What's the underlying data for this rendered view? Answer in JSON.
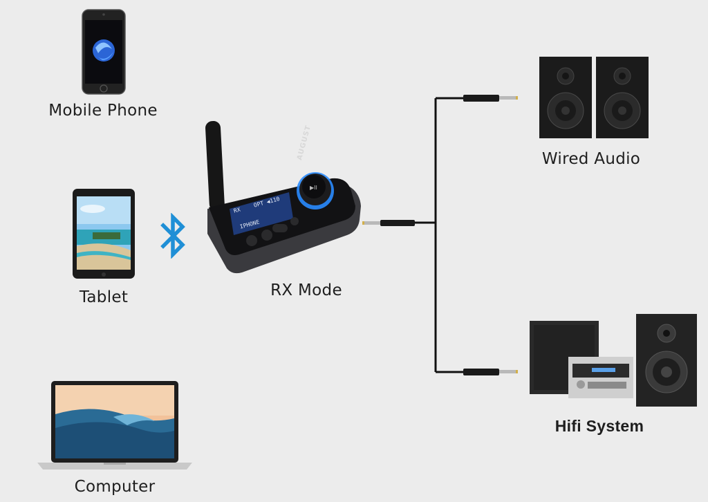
{
  "diagram": {
    "devices_left": [
      {
        "id": "mobile",
        "label": "Mobile Phone"
      },
      {
        "id": "tablet",
        "label": "Tablet"
      },
      {
        "id": "computer",
        "label": "Computer"
      }
    ],
    "center": {
      "label": "RX Mode",
      "brand": "AUGUST",
      "lcd_line1_left": "RX",
      "lcd_line1_right": "OPT ◀110",
      "lcd_line2": "IPHONE"
    },
    "devices_right": [
      {
        "id": "wired",
        "label": "Wired Audio"
      },
      {
        "id": "hifi",
        "label": "Hifi System"
      }
    ],
    "connection": {
      "left": "bluetooth-icon",
      "right": "3.5mm audio cable"
    },
    "colors": {
      "bluetooth": "#1f8fd6",
      "background": "#ececec",
      "cable": "#111111",
      "knob_ring": "#2a8cff"
    }
  }
}
